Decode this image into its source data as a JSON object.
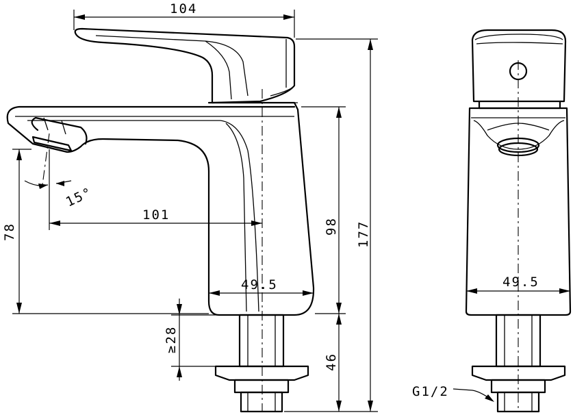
{
  "drawing": {
    "side_view": {
      "dimensions": {
        "overall_length": "104",
        "spout_reach": "101",
        "spout_height": "78",
        "spout_angle": "15°",
        "body_height": "98",
        "total_height": "177",
        "body_width": "49.5",
        "min_clearance": "≥28",
        "shank_length": "46"
      }
    },
    "front_view": {
      "dimensions": {
        "body_width": "49.5",
        "thread": "G1/2"
      }
    }
  }
}
